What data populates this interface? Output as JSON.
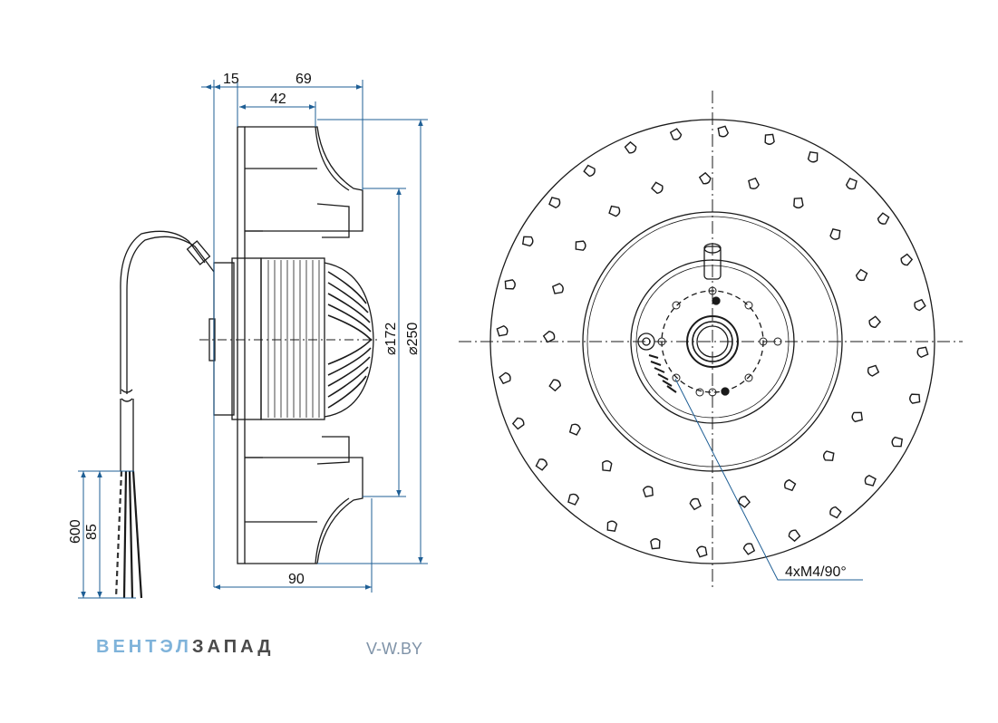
{
  "dimensions": {
    "d15": "15",
    "d69": "69",
    "d42": "42",
    "d90": "90",
    "d172": "⌀172",
    "d250": "⌀250",
    "d600": "600",
    "d85": "85"
  },
  "callout": {
    "mounting": "4xM4/90°"
  },
  "branding": {
    "name_light": "ВЕНТЭЛ",
    "name_dark": "ЗАПАД",
    "url": "V-W.BY",
    "color_light": "#7fb3da",
    "color_dark": "#4a4a4a"
  },
  "colors": {
    "dimension_line": "#1f5f95",
    "outline": "#1a1a1a"
  }
}
